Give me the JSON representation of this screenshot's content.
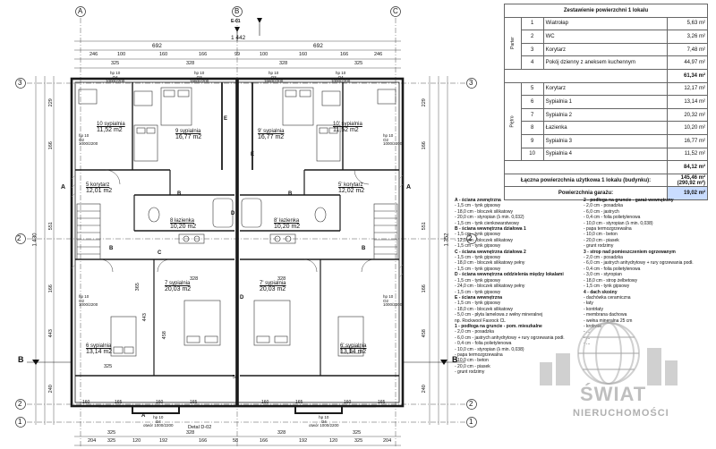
{
  "axes": {
    "A": "A",
    "B": "B",
    "C": "C",
    "r1": "1",
    "r2": "2",
    "r3": "3",
    "bp": "B",
    "axis_e": "E-01"
  },
  "dims": {
    "total_top": "1 442",
    "half_left": "692",
    "half_right": "692",
    "top_row": [
      "246",
      "100",
      "160",
      "166",
      "99",
      "100",
      "160",
      "166",
      "246"
    ],
    "top_row2": [
      "325",
      "328",
      "328",
      "325"
    ],
    "left_total": "1 430",
    "right_total": "1 352",
    "left_parts": [
      "229",
      "166",
      "551",
      "166",
      "443",
      "240"
    ],
    "right_parts": [
      "229",
      "166",
      "551",
      "166",
      "458",
      "240"
    ],
    "left_mid": "551",
    "right_mid": "551",
    "inner_325": "325",
    "inner_328": "328",
    "inner_58": "58",
    "bottom_row": [
      "204",
      "325",
      "120",
      "192",
      "166",
      "58",
      "166",
      "192",
      "120",
      "325",
      "204"
    ],
    "bottom_row2": [
      "325",
      "328",
      "328",
      "325"
    ],
    "small": [
      "160",
      "165",
      "160",
      "165",
      "160",
      "165",
      "160",
      "165"
    ],
    "inner_left": [
      "165",
      "165",
      "100"
    ],
    "h_443": "443",
    "h_458": "458",
    "h_365": "365"
  },
  "rooms": [
    {
      "name": "10 sypialnia",
      "area": "11,52 m2"
    },
    {
      "name": "9 sypialnia",
      "area": "16,77 m2"
    },
    {
      "name": "9' sypialnia",
      "area": "16,77 m2"
    },
    {
      "name": "10' sypialnia",
      "area": "11,52 m2"
    },
    {
      "name": "5 korytarz",
      "area": "12,01 m2"
    },
    {
      "name": "5' korytarz",
      "area": "12,02 m2"
    },
    {
      "name": "8 łazienka",
      "area": "10,20 m2"
    },
    {
      "name": "8' łazienka",
      "area": "10,20 m2"
    },
    {
      "name": "7 sypialnia",
      "area": "20,03 m2"
    },
    {
      "name": "7' sypialnia",
      "area": "20,03 m2"
    },
    {
      "name": "6 sypialnia",
      "area": "13,14 m2"
    },
    {
      "name": "6' sypialnia",
      "area": "13,14 m2"
    }
  ],
  "windows": {
    "top": [
      {
        "tag": "hp 10",
        "code": "O4",
        "size": "1000/2200"
      },
      {
        "tag": "hp 10",
        "code": "O3",
        "size": "1660/2200"
      },
      {
        "tag": "hp 10",
        "code": "O3",
        "size": "1660/2200"
      },
      {
        "tag": "hp 10",
        "code": "O4",
        "size": "1000/2200"
      }
    ],
    "side": [
      {
        "tag": "hp 10",
        "code": "O2",
        "size": "1000/2200"
      },
      {
        "tag": "hp 10",
        "code": "O2",
        "size": "1000/2200"
      },
      {
        "tag": "hp 10",
        "code": "O2",
        "size": "1000/2200"
      },
      {
        "tag": "hp 10",
        "code": "O2",
        "size": "1000/2200"
      }
    ],
    "bottom": [
      {
        "tag": "hp 10",
        "code": "O4",
        "size": "otwór 1000/2200"
      },
      {
        "tag": "hp 10",
        "code": "O4",
        "size": "otwór 1000/2200"
      }
    ],
    "detail": "Detal D-02"
  },
  "wall_letters": [
    "A",
    "B",
    "B",
    "C",
    "E",
    "E",
    "D",
    "D",
    "A",
    "A",
    "B",
    "B"
  ],
  "table": {
    "title": "Zestawienie powierzchni 1 lokalu",
    "group_ground": "Parter",
    "group_floor": "Piętro",
    "ground_rows": [
      {
        "no": "1",
        "name": "Wiatrołap",
        "area": "5,63 m²"
      },
      {
        "no": "2",
        "name": "WC",
        "area": "3,26 m²"
      },
      {
        "no": "3",
        "name": "Korytarz",
        "area": "7,48 m²"
      },
      {
        "no": "4",
        "name": "Pokój dzienny z aneksem kuchennym",
        "area": "44,97 m²"
      }
    ],
    "ground_sum": "61,34 m²",
    "floor_rows": [
      {
        "no": "5",
        "name": "Korytarz",
        "area": "12,17 m²"
      },
      {
        "no": "6",
        "name": "Sypialnia 1",
        "area": "13,14 m²"
      },
      {
        "no": "7",
        "name": "Sypialnia 2",
        "area": "20,32 m²"
      },
      {
        "no": "8",
        "name": "Łazienka",
        "area": "10,20 m²"
      },
      {
        "no": "9",
        "name": "Sypialnia 3",
        "area": "16,77 m²"
      },
      {
        "no": "10",
        "name": "Sypialnia 4",
        "area": "11,52 m²"
      }
    ],
    "floor_sum": "84,12 m²",
    "total_label": "Łączna powierzchnia użytkowa 1 lokalu (budynku):",
    "total_value": "145,46 m²",
    "total_value2": "(290,92 m²)",
    "garage_label": "Powierzchnia garażu:",
    "garage_value": "19,02 m²"
  },
  "spec_left": [
    {
      "h": true,
      "t": "A - ściana zewnętrzna"
    },
    {
      "t": "- 1,5 cm - tynk gipsowy"
    },
    {
      "t": "- 18,0 cm - bloczek silikatowy"
    },
    {
      "t": "- 20,0 cm - styropian (λ min. 0,032)"
    },
    {
      "t": "- 1,5 cm - tynk cienkowarstwowy"
    },
    {
      "h": true,
      "t": "B - ściana wewnętrzna działowa 1"
    },
    {
      "t": "- 1,5 cm - tynk gipsowy"
    },
    {
      "t": "- 12,0 cm - bloczek silikatowy"
    },
    {
      "t": "- 1,5 cm - tynk gipsowy"
    },
    {
      "h": true,
      "t": "C - ściana wewnętrzna działowa 2"
    },
    {
      "t": "- 1,5 cm - tynk gipsowy"
    },
    {
      "t": "- 18,0 cm - bloczek silikatowy pełny"
    },
    {
      "t": "- 1,5 cm - tynk gipsowy"
    },
    {
      "h": true,
      "t": "D - ściana wewnętrzna oddzielenia między lokalami"
    },
    {
      "t": "- 1,5 cm - tynk gipsowy"
    },
    {
      "t": "- 24,0 cm - bloczek silikatowy pełny"
    },
    {
      "t": "- 1,5 cm - tynk gipsowy"
    },
    {
      "h": true,
      "t": "E - ściana wewnętrzna"
    },
    {
      "t": "- 1,5 cm - tynk gipsowy"
    },
    {
      "t": "- 18,0 cm - bloczek silikatowy"
    },
    {
      "t": "- 5,0 cm - płyta lamelowa z wełny mineralnej"
    },
    {
      "t": "    np. Rockwool Fasrock CL"
    },
    {
      "t": ""
    },
    {
      "h": true,
      "t": "1 - podłoga na gruncie - pom. mieszkalne"
    },
    {
      "t": "- 2,0 cm - posadzka"
    },
    {
      "t": "- 6,0 cm - jastrych anhydrytowy + rury ogrzewania podł."
    },
    {
      "t": "- 0,4 cm - folia polietylenowa"
    },
    {
      "t": "- 10,0 cm - styropian (λ min. 0,038)"
    },
    {
      "t": "- papa termozgrzewalna"
    },
    {
      "t": "- 10,0 cm - beton"
    },
    {
      "t": "- 20,0 cm - piasek"
    },
    {
      "t": "- grunt rodzimy"
    }
  ],
  "spec_right": [
    {
      "h": true,
      "t": "2 - podłoga na gruncie - garaż wewnętrzny"
    },
    {
      "t": "- 2,0 cm - posadzka"
    },
    {
      "t": "- 6,0 cm - jastrych"
    },
    {
      "t": "- 0,4 cm - folia polietylenowa"
    },
    {
      "t": "- 10,0 cm - styropian (λ min. 0,038)"
    },
    {
      "t": "- papa termozgrzewalna"
    },
    {
      "t": "- 10,0 cm - beton"
    },
    {
      "t": "- 20,0 cm - piasek"
    },
    {
      "t": "- grunt rodzimy"
    },
    {
      "h": true,
      "t": "3 - strop nad pomieszczeniem ogrzewanym"
    },
    {
      "t": "- 2,0 cm - posadzka"
    },
    {
      "t": "- 6,0 cm - jastrych anhydrytowy + rury ogrzewania podł."
    },
    {
      "t": "- 0,4 cm - folia polietylenowa"
    },
    {
      "t": "- 3,0 cm - styropian"
    },
    {
      "t": "- 18,0 cm - strop żelbetowy"
    },
    {
      "t": "- 1,5 cm - tynk gipsowy"
    },
    {
      "h": true,
      "t": "4 - dach skośny"
    },
    {
      "t": "- dachówka ceramiczna"
    },
    {
      "t": "- łaty"
    },
    {
      "t": "- kontrłaty"
    },
    {
      "t": "- membrana dachowa"
    },
    {
      "t": "- wełna mineralna 25 cm"
    },
    {
      "t": "- krokwie"
    },
    {
      "t": "- ..."
    },
    {
      "t": "- ..."
    },
    {
      "t": "- ..."
    }
  ],
  "watermark": {
    "title": "ŚWIAT",
    "subtitle": "NIERUCHOMOŚCI"
  }
}
